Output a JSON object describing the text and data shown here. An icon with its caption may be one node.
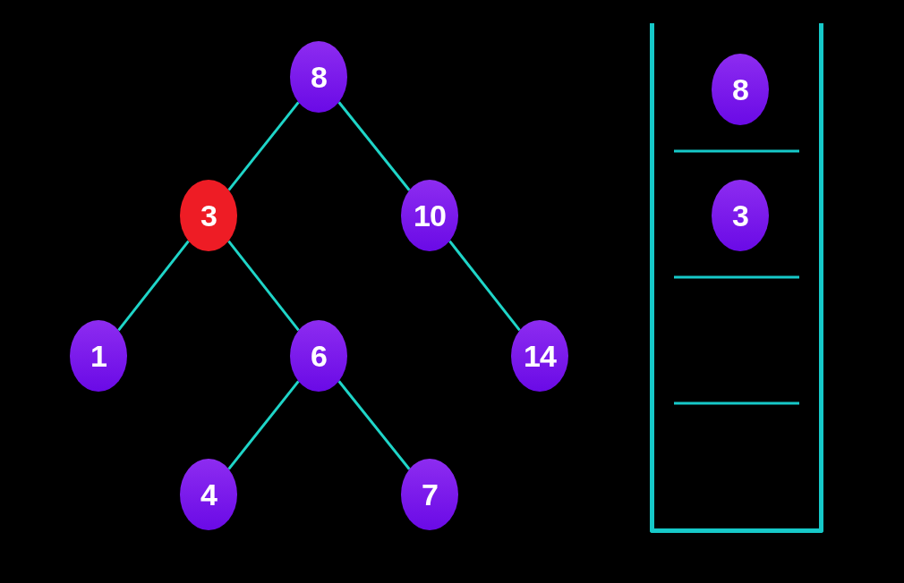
{
  "diagram": {
    "nodes": [
      {
        "text": [
          "8"
        ]
      },
      {
        "text": [
          "3"
        ]
      },
      {
        "text": [
          "10"
        ]
      },
      {
        "text": [
          "1"
        ]
      },
      {
        "text": [
          "6"
        ]
      },
      {
        "text": [
          "14"
        ]
      },
      {
        "text": [
          "4"
        ]
      },
      {
        "text": [
          "7"
        ]
      },
      {
        "text": [],
        "shape": "box"
      },
      {
        "text": [
          "8"
        ],
        "in": 8
      },
      {
        "text": [
          "3"
        ],
        "in": 8
      }
    ],
    "edges": [
      {
        "from": 0,
        "to": 1,
        "arrow": "none"
      },
      {
        "from": 0,
        "to": 2,
        "arrow": "none"
      },
      {
        "from": 1,
        "to": 3,
        "arrow": "none"
      },
      {
        "from": 1,
        "to": 4,
        "arrow": "none"
      },
      {
        "from": 2,
        "to": 5,
        "arrow": "none"
      },
      {
        "from": 4,
        "to": 6,
        "arrow": "none"
      },
      {
        "from": 4,
        "to": 7,
        "arrow": "none"
      }
    ]
  }
}
